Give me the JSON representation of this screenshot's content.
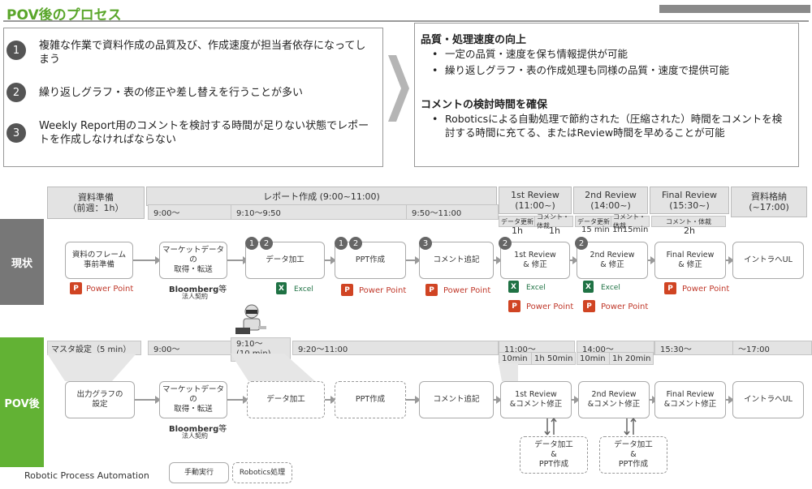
{
  "title": "POV後のプロセス",
  "problems": [
    {
      "num": "1",
      "text": "複雑な作業で資料作成の品質及び、作成速度が担当者依存になってしまう"
    },
    {
      "num": "2",
      "text": "繰り返しグラフ・表の修正や差し替えを行うことが多い"
    },
    {
      "num": "3",
      "text": "Weekly Report用のコメントを検討する時間が足りない状態でレポートを作成しなければならない"
    }
  ],
  "benefits": {
    "title1": "品質・処理速度の向上",
    "bullets1": [
      "一定の品質・速度を保ち情報提供が可能",
      "繰り返しグラフ・表の作成処理も同様の品質・速度で提供可能"
    ],
    "title2": "コメントの検討時間を確保",
    "bullets2": [
      "Roboticsによる自動処理で節約された（圧縮された）時間をコメントを検討する時間に充てる、またはReview時間を早めることが可能"
    ]
  },
  "phases": {
    "p1": "資料準備\n（前週：1h）",
    "p2": "レポート作成 (9:00~11:00)",
    "p3": "1st Review\n(11:00~)",
    "p4": "2nd Review\n(14:00~)",
    "p5": "Final Review\n(15:30~)",
    "p6": "資料格納\n(~17:00)"
  },
  "current": {
    "label": "現状",
    "times": [
      "9:00～",
      "9:10～9:50",
      "9:50～11:00"
    ],
    "r1_sub": [
      "データ更新",
      "コメント・体裁"
    ],
    "r1_dur": [
      "1h",
      "1h"
    ],
    "r2_sub": [
      "データ更新",
      "コメント・体裁"
    ],
    "r2_dur": [
      "15 min",
      "1h15min"
    ],
    "fr_sub": "コメント・体裁",
    "fr_dur": "2h",
    "procs": [
      "資料のフレーム\n事前準備",
      "マーケットデータの\n取得・転送",
      "データ加工",
      "PPT作成",
      "コメント追記",
      "1st Review\n& 修正",
      "2nd Review\n& 修正",
      "Final Review\n& 修正",
      "イントラへUL"
    ],
    "ppt_label": "Power Point",
    "excel_label": "Excel",
    "bloomberg": "Bloomberg",
    "bloomberg_suffix": "等",
    "contract": "法人契約"
  },
  "pov": {
    "label": "POV後",
    "times": [
      "マスタ設定（5 min）",
      "9:00～",
      "9:10～\n(10 min)",
      "9:20～11:00",
      "11:00～",
      "14:00～",
      "15:30～",
      "～17:00"
    ],
    "r1_dur": [
      "10min",
      "1h 50min"
    ],
    "r2_dur": [
      "10min",
      "1h 20min"
    ],
    "procs": [
      "出力グラフの\n設定",
      "マーケットデータの\n取得・転送",
      "データ加工",
      "PPT作成",
      "コメント追記",
      "1st Review\n&コメント修正",
      "2nd Review\n&コメント修正",
      "Final Review\n&コメント修正",
      "イントラへUL"
    ],
    "robot_box": "データ加工\n&\nPPT作成"
  },
  "footer": {
    "rpa": "Robotic Process Automation",
    "manual": "手動実行",
    "robotics": "Robotics処理"
  }
}
